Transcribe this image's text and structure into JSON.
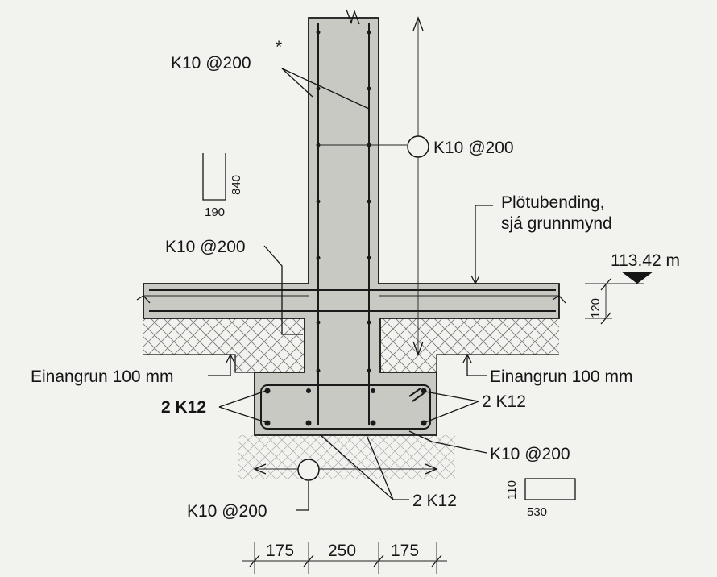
{
  "labels": {
    "top_bar": "K10 @200",
    "top_star": "*",
    "wall_bar": "K10 @200",
    "left_bar": "K10 @200",
    "slab_note_line1": "Plötubending,",
    "slab_note_line2": "sjá grunnmynd",
    "level": "113.42 m",
    "slab_thickness": "120",
    "insul_left": "Einangrun 100 mm",
    "insul_right": "Einangrun 100 mm",
    "bars_left": "2 K12",
    "bars_right": "2 K12",
    "footing_bar_right": "K10 @200",
    "footing_bar_bottom": "K10 @200",
    "bars_bottom": "2 K12",
    "stirrup_h": "840",
    "stirrup_w": "190",
    "foot_stirrup_h": "110",
    "foot_stirrup_w": "530"
  },
  "dimensions": [
    "175",
    "250",
    "175"
  ],
  "colors": {
    "concrete": "#c9c9c4",
    "line": "#151515",
    "background": "#f2f2ef"
  }
}
